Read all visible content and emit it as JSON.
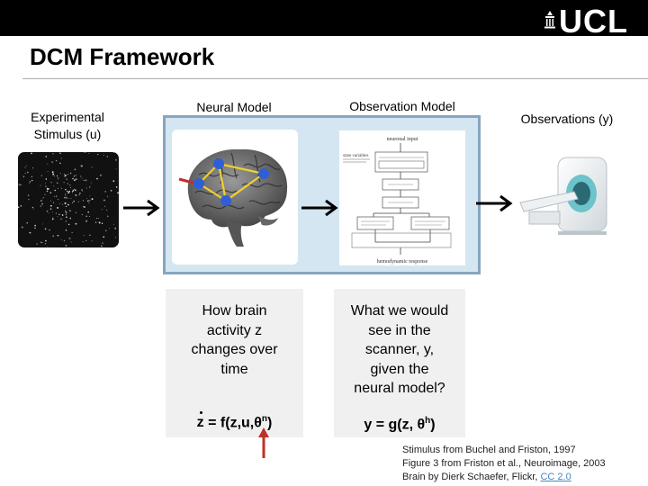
{
  "header": {
    "logo_text": "UCL"
  },
  "slide": {
    "title": "DCM Framework"
  },
  "labels": {
    "stimulus_line1": "Experimental",
    "stimulus_line2": "Stimulus (u)",
    "neural_model": "Neural Model",
    "observation_model": "Observation Model",
    "observations": "Observations (y)"
  },
  "model_diagram": {
    "top_label": "neuronal input",
    "state_label": "state variables",
    "bottom_label": "hemodynamic response"
  },
  "descriptions": {
    "neural_lines": [
      "How brain",
      "activity z",
      "changes over",
      "time"
    ],
    "observation_lines": [
      "What we would",
      "see in the",
      "scanner, y,",
      "given the",
      "neural model?"
    ]
  },
  "equations": {
    "neural": {
      "var": "z",
      "rhs": " = f(z,u,θ",
      "sup": "n",
      "close": ")"
    },
    "observation": {
      "lhs": "y = g(z, θ",
      "sup": "h",
      "close": ")"
    }
  },
  "credits": {
    "line1": "Stimulus from Buchel and Friston, 1997",
    "line2": "Figure 3 from Friston et al., Neuroimage, 2003",
    "line3_prefix": "Brain by Dierk Schaefer, Flickr, ",
    "line3_link": "CC 2.0"
  },
  "colors": {
    "panel_fill": "#d4e6f1",
    "panel_border": "#86a6bf",
    "node_blue": "#2f5fd6",
    "connection_yellow": "#f0d030",
    "input_arrow_red": "#c0302a"
  }
}
